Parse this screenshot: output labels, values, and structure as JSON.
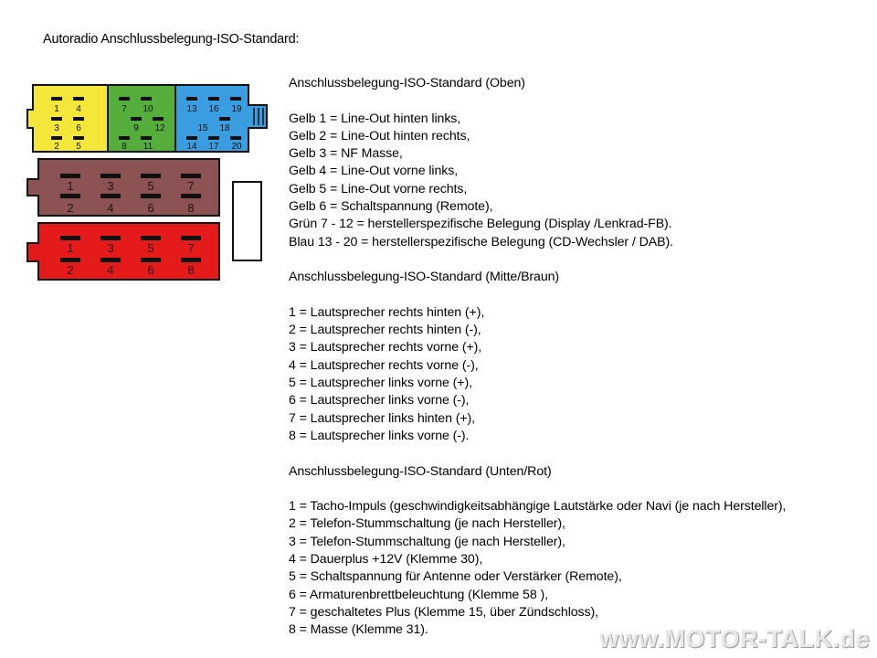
{
  "title": "Autoradio Anschlussbelegung-ISO-Standard:",
  "sections": [
    {
      "heading": "Anschlussbelegung-ISO-Standard (Oben)",
      "lines": [
        "Gelb 1 = Line-Out hinten links,",
        "Gelb 2 = Line-Out hinten rechts,",
        "Gelb 3 = NF Masse,",
        "Gelb 4 = Line-Out vorne links,",
        "Gelb 5 = Line-Out vorne rechts,",
        "Gelb 6 = Schaltspannung (Remote),",
        "Grün 7 - 12 = herstellerspezifische Belegung (Display /Lenkrad-FB).",
        "Blau 13 - 20 = herstellerspezifische Belegung (CD-Wechsler / DAB)."
      ]
    },
    {
      "heading": "Anschlussbelegung-ISO-Standard (Mitte/Braun)",
      "lines": [
        "1 = Lautsprecher rechts hinten (+),",
        "2 = Lautsprecher rechts hinten (-),",
        "3 = Lautsprecher rechts vorne (+),",
        "4 = Lautsprecher rechts vorne (-),",
        "5 = Lautsprecher links vorne (+),",
        "6 = Lautsprecher links vorne (-),",
        "7 = Lautsprecher links hinten (+),",
        "8 = Lautsprecher links vorne (-)."
      ]
    },
    {
      "heading": "Anschlussbelegung-ISO-Standard (Unten/Rot)",
      "lines": [
        "1 = Tacho-Impuls (geschwindigkeitsabhängige Lautstärke oder Navi (je nach Hersteller),",
        "2 = Telefon-Stummschaltung (je nach Hersteller),",
        "3 = Telefon-Stummschaltung (je nach Hersteller),",
        "4 = Dauerplus +12V (Klemme 30),",
        "5 = Schaltspannung für Antenne oder Verstärker (Remote),",
        "6 = Armaturenbrettbeleuchtung (Klemme 58 ),",
        "7 = geschaltetes Plus (Klemme 15, über Zündschloss),",
        "8 = Masse (Klemme 31)."
      ]
    }
  ],
  "connector": {
    "colors": {
      "yellow": "#f5e63a",
      "green": "#55ad3c",
      "blue": "#3a9de0",
      "brown": "#8b5353",
      "red": "#e51b1b",
      "outline": "#111111"
    },
    "yellow_pins_top": [
      "1",
      "4"
    ],
    "yellow_pins_mid": [
      "3",
      "6"
    ],
    "yellow_pins_bot": [
      "2",
      "5"
    ],
    "green_pins_top": [
      "7",
      "10"
    ],
    "green_pins_mid": [
      "9",
      "12"
    ],
    "green_pins_bot": [
      "8",
      "11"
    ],
    "blue_pins_top": [
      "13",
      "16",
      "19"
    ],
    "blue_pins_mid": [
      "15",
      "18"
    ],
    "blue_pins_bot": [
      "14",
      "17",
      "20"
    ],
    "brown_pins_top": [
      "1",
      "3",
      "5",
      "7"
    ],
    "brown_pins_bot": [
      "2",
      "4",
      "6",
      "8"
    ],
    "red_pins_top": [
      "1",
      "3",
      "5",
      "7"
    ],
    "red_pins_bot": [
      "2",
      "4",
      "6",
      "8"
    ]
  },
  "watermark": "www.MOTOR-TALK.de"
}
